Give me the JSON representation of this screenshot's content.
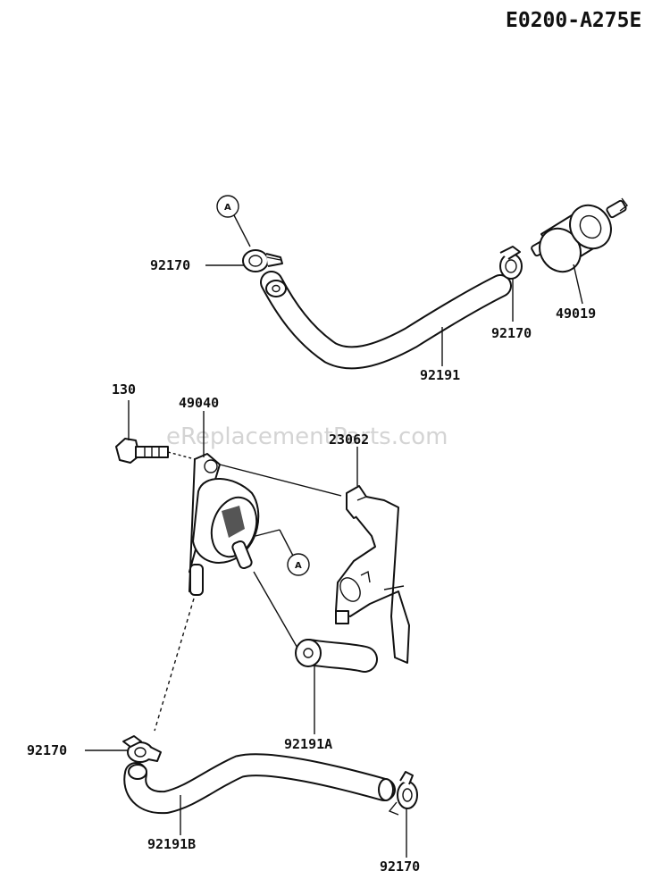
{
  "diagram": {
    "code": "E0200-A275E",
    "watermark": "eReplacementParts.com",
    "ref_marker": "A",
    "parts": [
      {
        "id": "clamp-top-left",
        "number": "92170"
      },
      {
        "id": "clamp-top-right",
        "number": "92170"
      },
      {
        "id": "fuel-filter",
        "number": "49019"
      },
      {
        "id": "hose-top",
        "number": "92191"
      },
      {
        "id": "bolt",
        "number": "130"
      },
      {
        "id": "fuel-pump",
        "number": "49040"
      },
      {
        "id": "bracket",
        "number": "23062"
      },
      {
        "id": "clamp-bottom-left",
        "number": "92170"
      },
      {
        "id": "hose-bottom-short",
        "number": "92191A"
      },
      {
        "id": "hose-bottom-long",
        "number": "92191B"
      },
      {
        "id": "clamp-bottom-right",
        "number": "92170"
      }
    ]
  }
}
